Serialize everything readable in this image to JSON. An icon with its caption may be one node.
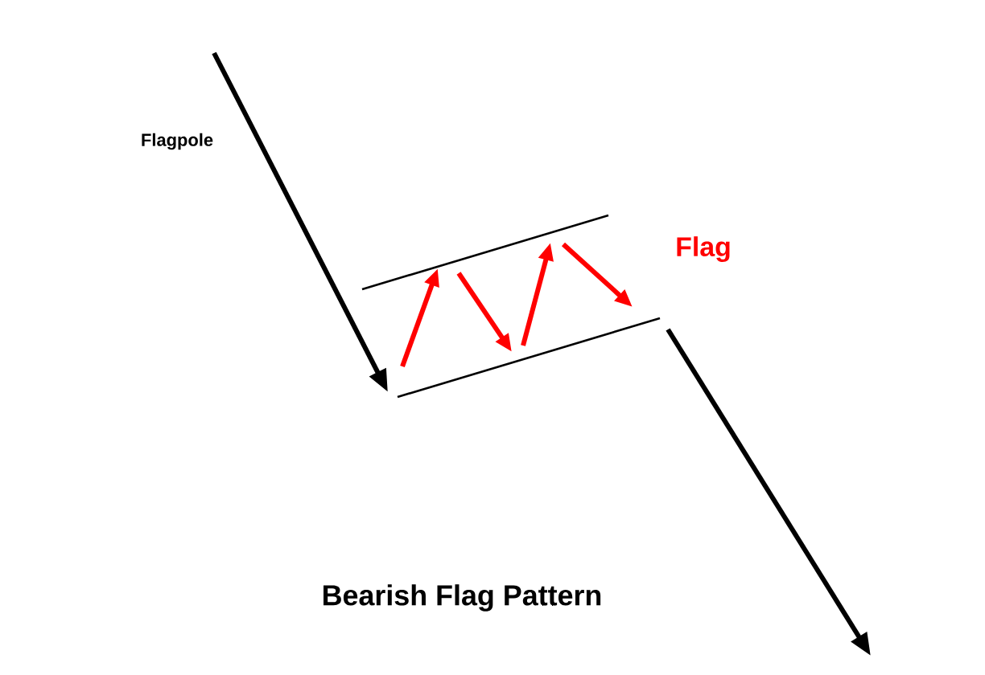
{
  "diagram": {
    "caption": "Bearish Flag Pattern",
    "labels": [
      "Flagpole",
      "Flag"
    ]
  }
}
